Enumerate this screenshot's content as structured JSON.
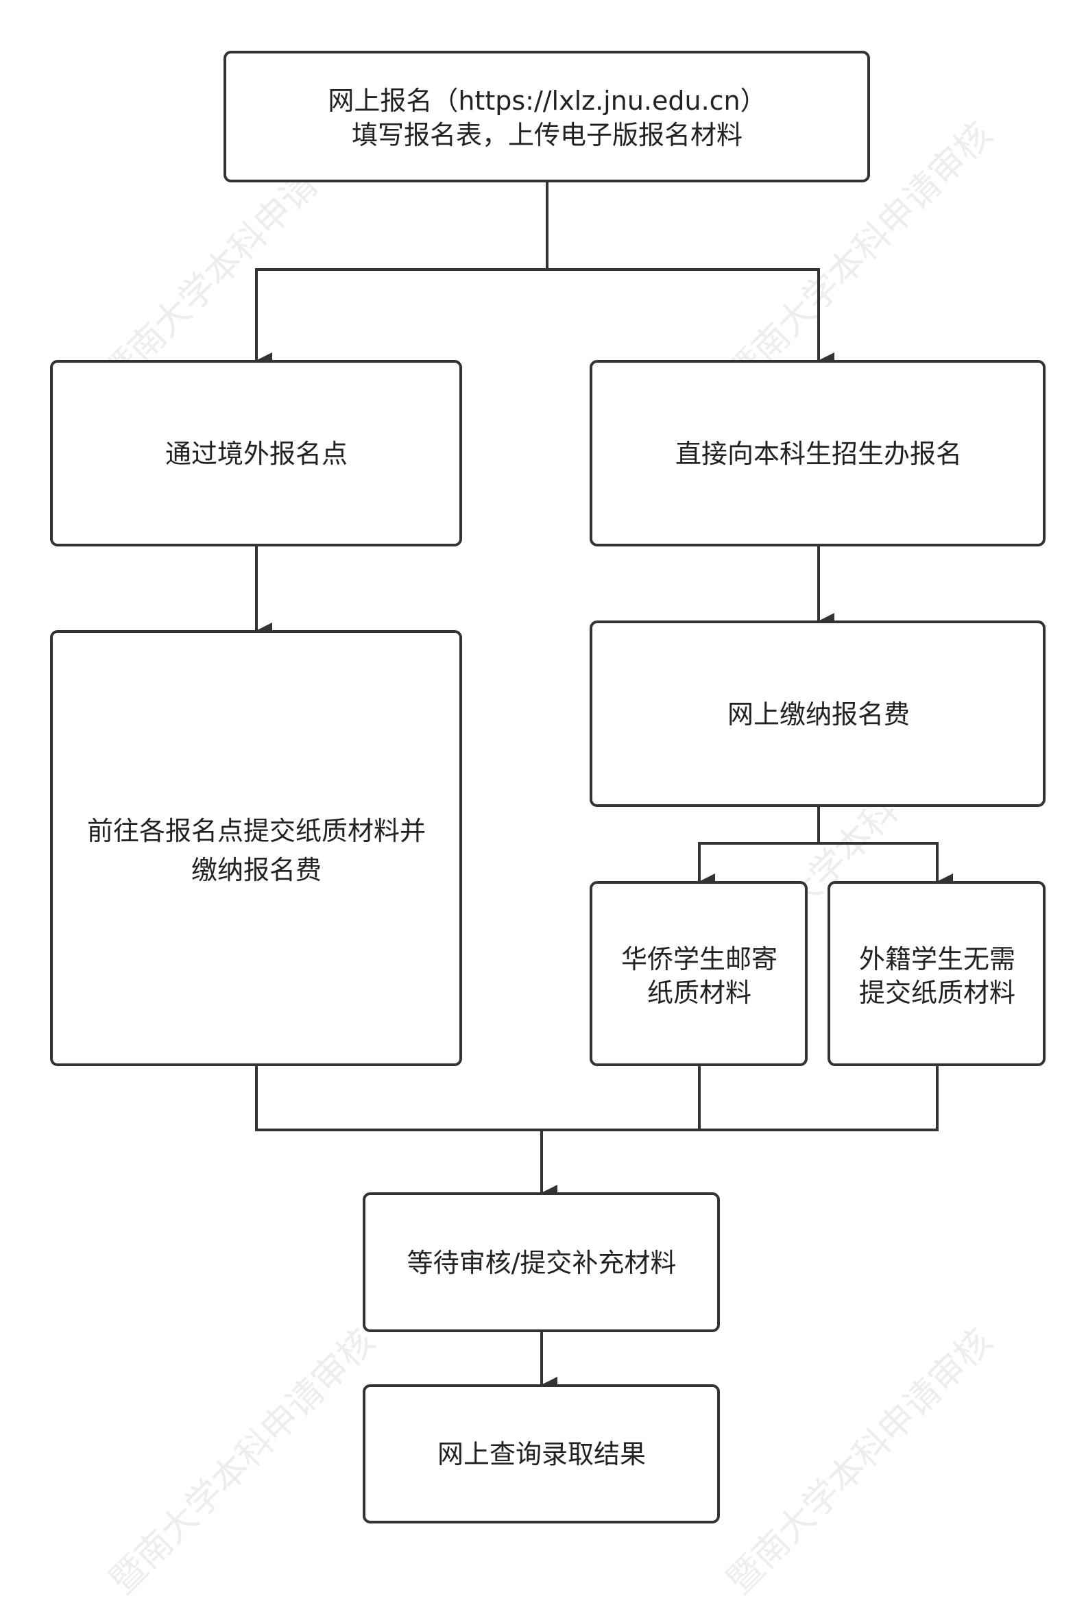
{
  "watermark": "暨南大学本科申请审核",
  "nodes": {
    "online_register": {
      "lines": [
        "网上报名（https://lxlz.jnu.edu.cn）",
        "填写报名表，上传电子版报名材料"
      ]
    },
    "overseas_point": {
      "lines": [
        "通过境外报名点"
      ]
    },
    "direct_office": {
      "lines": [
        "直接向本科生招生办报名"
      ]
    },
    "pay_online": {
      "lines": [
        "网上缴纳报名费"
      ]
    },
    "submit_paper_pay": {
      "lines": [
        "前往各报名点提交纸质材料并",
        "缴纳报名费"
      ]
    },
    "overseas_chinese_mail": {
      "lines": [
        "华侨学生邮寄",
        "纸质材料"
      ]
    },
    "foreign_no_paper": {
      "lines": [
        "外籍学生无需",
        "提交纸质材料"
      ]
    },
    "await_review": {
      "lines": [
        "等待审核/提交补充材料"
      ]
    },
    "check_result": {
      "lines": [
        "网上查询录取结果"
      ]
    }
  }
}
